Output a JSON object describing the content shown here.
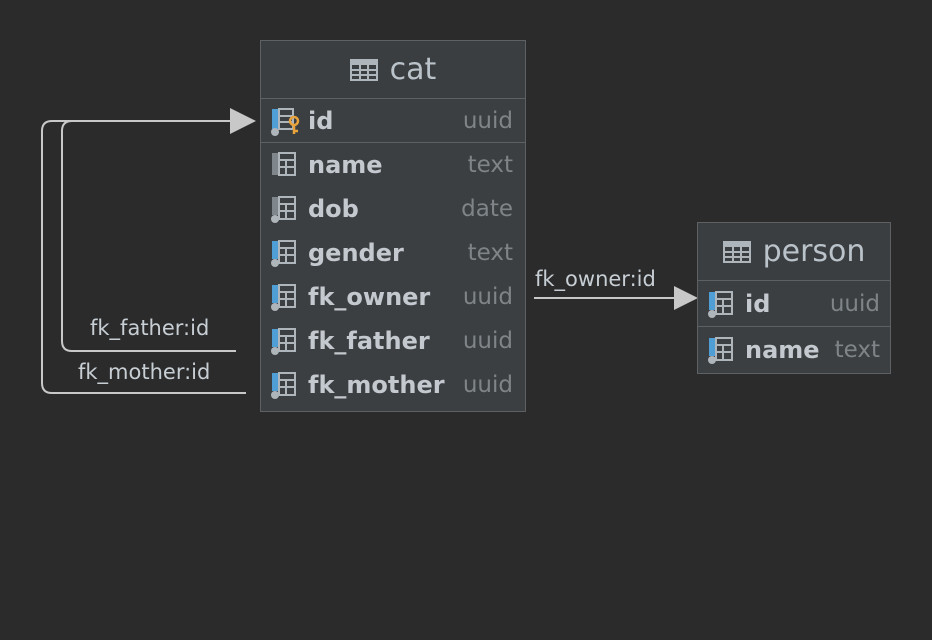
{
  "tables": {
    "cat": {
      "name": "cat",
      "columns": [
        {
          "name": "id",
          "type": "uuid"
        },
        {
          "name": "name",
          "type": "text"
        },
        {
          "name": "dob",
          "type": "date"
        },
        {
          "name": "gender",
          "type": "text"
        },
        {
          "name": "fk_owner",
          "type": "uuid"
        },
        {
          "name": "fk_father",
          "type": "uuid"
        },
        {
          "name": "fk_mother",
          "type": "uuid"
        }
      ]
    },
    "person": {
      "name": "person",
      "columns": [
        {
          "name": "id",
          "type": "uuid"
        },
        {
          "name": "name",
          "type": "text"
        }
      ]
    }
  },
  "edges": {
    "fk_father": "fk_father:id",
    "fk_mother": "fk_mother:id",
    "fk_owner": "fk_owner:id"
  },
  "colors": {
    "background": "#2b2b2b",
    "table_fill": "#3c3f41",
    "key_icon": "#e8a33d",
    "column_icon_accent": "#4f9fd6",
    "connector": "#c8c8c8"
  }
}
